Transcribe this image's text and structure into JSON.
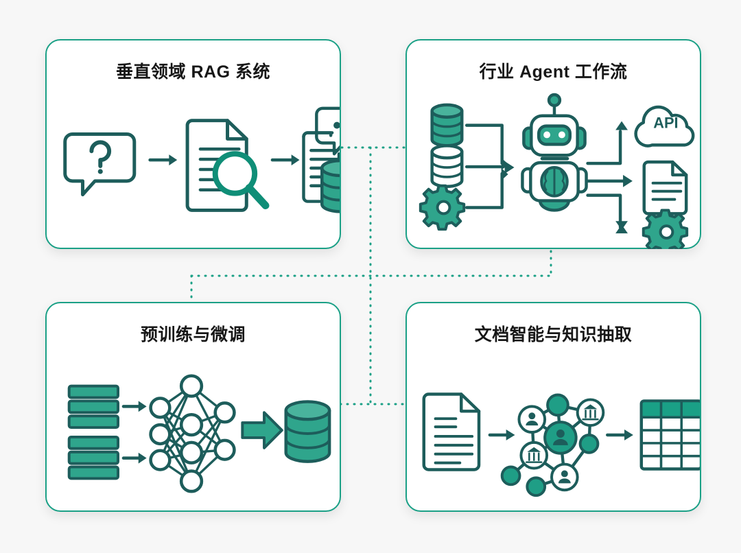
{
  "diagram": {
    "title_visible": false,
    "background_color": "#f7f7f7",
    "accent_dark": "#1d5d5b",
    "accent_teal": "#1aa086",
    "accent_fill": "#2fa58c",
    "panel_border_color": "#1aa086",
    "panel_background": "#ffffff"
  },
  "panels": [
    {
      "id": "rag",
      "title": "垂直领域 RAG 系统",
      "position": "top-left",
      "flow": [
        {
          "step": 1,
          "icon": "question-chat-bubble-icon",
          "label": "?"
        },
        {
          "step": 2,
          "icon": "document-search-magnifier-icon",
          "label": ""
        },
        {
          "step": 3,
          "icon": "document-chat-database-icon",
          "label": ""
        }
      ],
      "arrows": 2
    },
    {
      "id": "agent",
      "title": "行业 Agent 工作流",
      "position": "top-right",
      "inputs": [
        {
          "icon": "database-filled-icon",
          "label": ""
        },
        {
          "icon": "database-outline-icon",
          "label": ""
        },
        {
          "icon": "gear-icon",
          "label": ""
        }
      ],
      "center": {
        "icon": "robot-brain-icon",
        "label": ""
      },
      "outputs": [
        {
          "icon": "cloud-api-icon",
          "label": "API"
        },
        {
          "icon": "document-icon",
          "label": ""
        },
        {
          "icon": "gear-icon",
          "label": ""
        }
      ]
    },
    {
      "id": "train",
      "title": "预训练与微调",
      "position": "bottom-left",
      "flow": [
        {
          "step": 1,
          "icon": "data-stripes-icon",
          "label": ""
        },
        {
          "step": 2,
          "icon": "neural-network-icon",
          "label": ""
        },
        {
          "step": 3,
          "icon": "database-filled-icon",
          "label": ""
        }
      ],
      "arrows": 3
    },
    {
      "id": "docai",
      "title": "文档智能与知识抽取",
      "position": "bottom-right",
      "flow": [
        {
          "step": 1,
          "icon": "document-lines-icon",
          "label": ""
        },
        {
          "step": 2,
          "icon": "knowledge-graph-icon",
          "label": ""
        },
        {
          "step": 3,
          "icon": "table-grid-icon",
          "label": ""
        }
      ],
      "arrows": 2
    }
  ],
  "connectors": {
    "style": "dotted",
    "color": "#1aa086",
    "segments": [
      {
        "name": "rag-to-agent-top",
        "orientation": "horizontal"
      },
      {
        "name": "center-vertical-spine",
        "orientation": "vertical"
      },
      {
        "name": "train-to-docai-cross",
        "orientation": "horizontal"
      },
      {
        "name": "train-to-docai-bottom",
        "orientation": "horizontal"
      }
    ]
  }
}
